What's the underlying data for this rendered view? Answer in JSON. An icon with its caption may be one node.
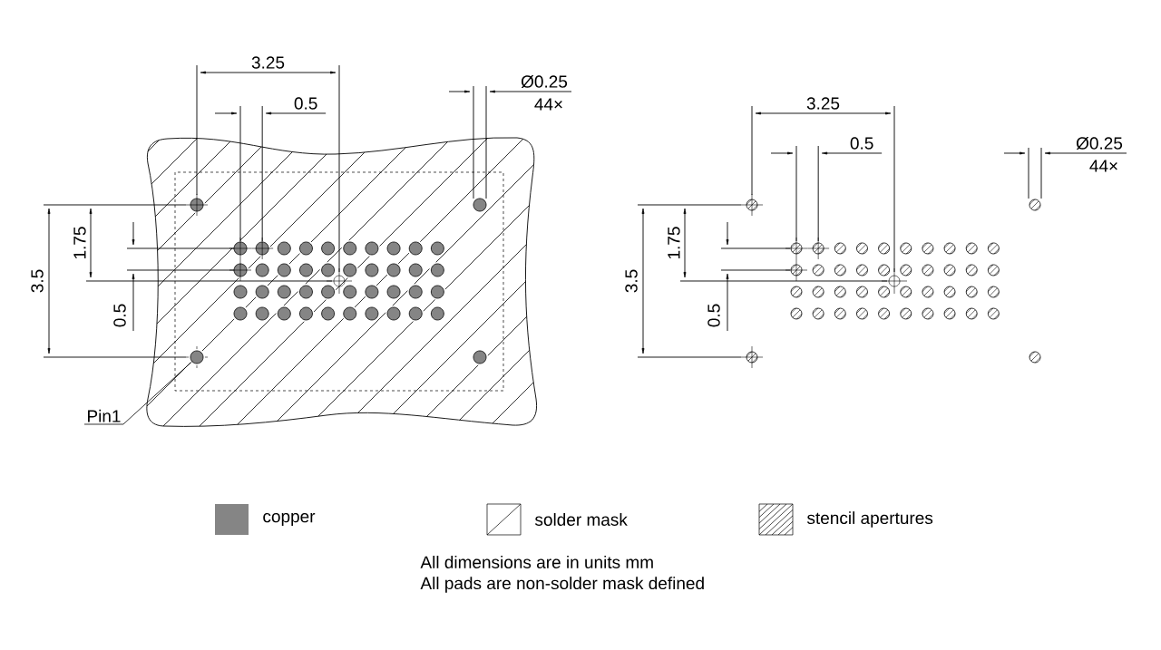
{
  "diagram": {
    "nodes": [
      {
        "text": [
          "Pin1"
        ]
      },
      {
        "text": [],
        "shape": "circle"
      }
    ],
    "edges": [
      {
        "from": 0,
        "to": 1,
        "arrow": "none"
      }
    ],
    "labels": [
      "3.25",
      "0.5",
      "Ø0.25",
      "44×",
      "1.75",
      "3.5",
      "0.5",
      "3.25",
      "0.5",
      "Ø0.25",
      "44×",
      "1.75",
      "3.5",
      "0.5",
      "All dimensions are in units mm",
      "All pads are non-solder mask defined"
    ],
    "legend": [
      {
        "text": "copper",
        "color": "#858585"
      },
      {
        "text": "solder mask"
      },
      {
        "text": "stencil apertures"
      }
    ]
  }
}
